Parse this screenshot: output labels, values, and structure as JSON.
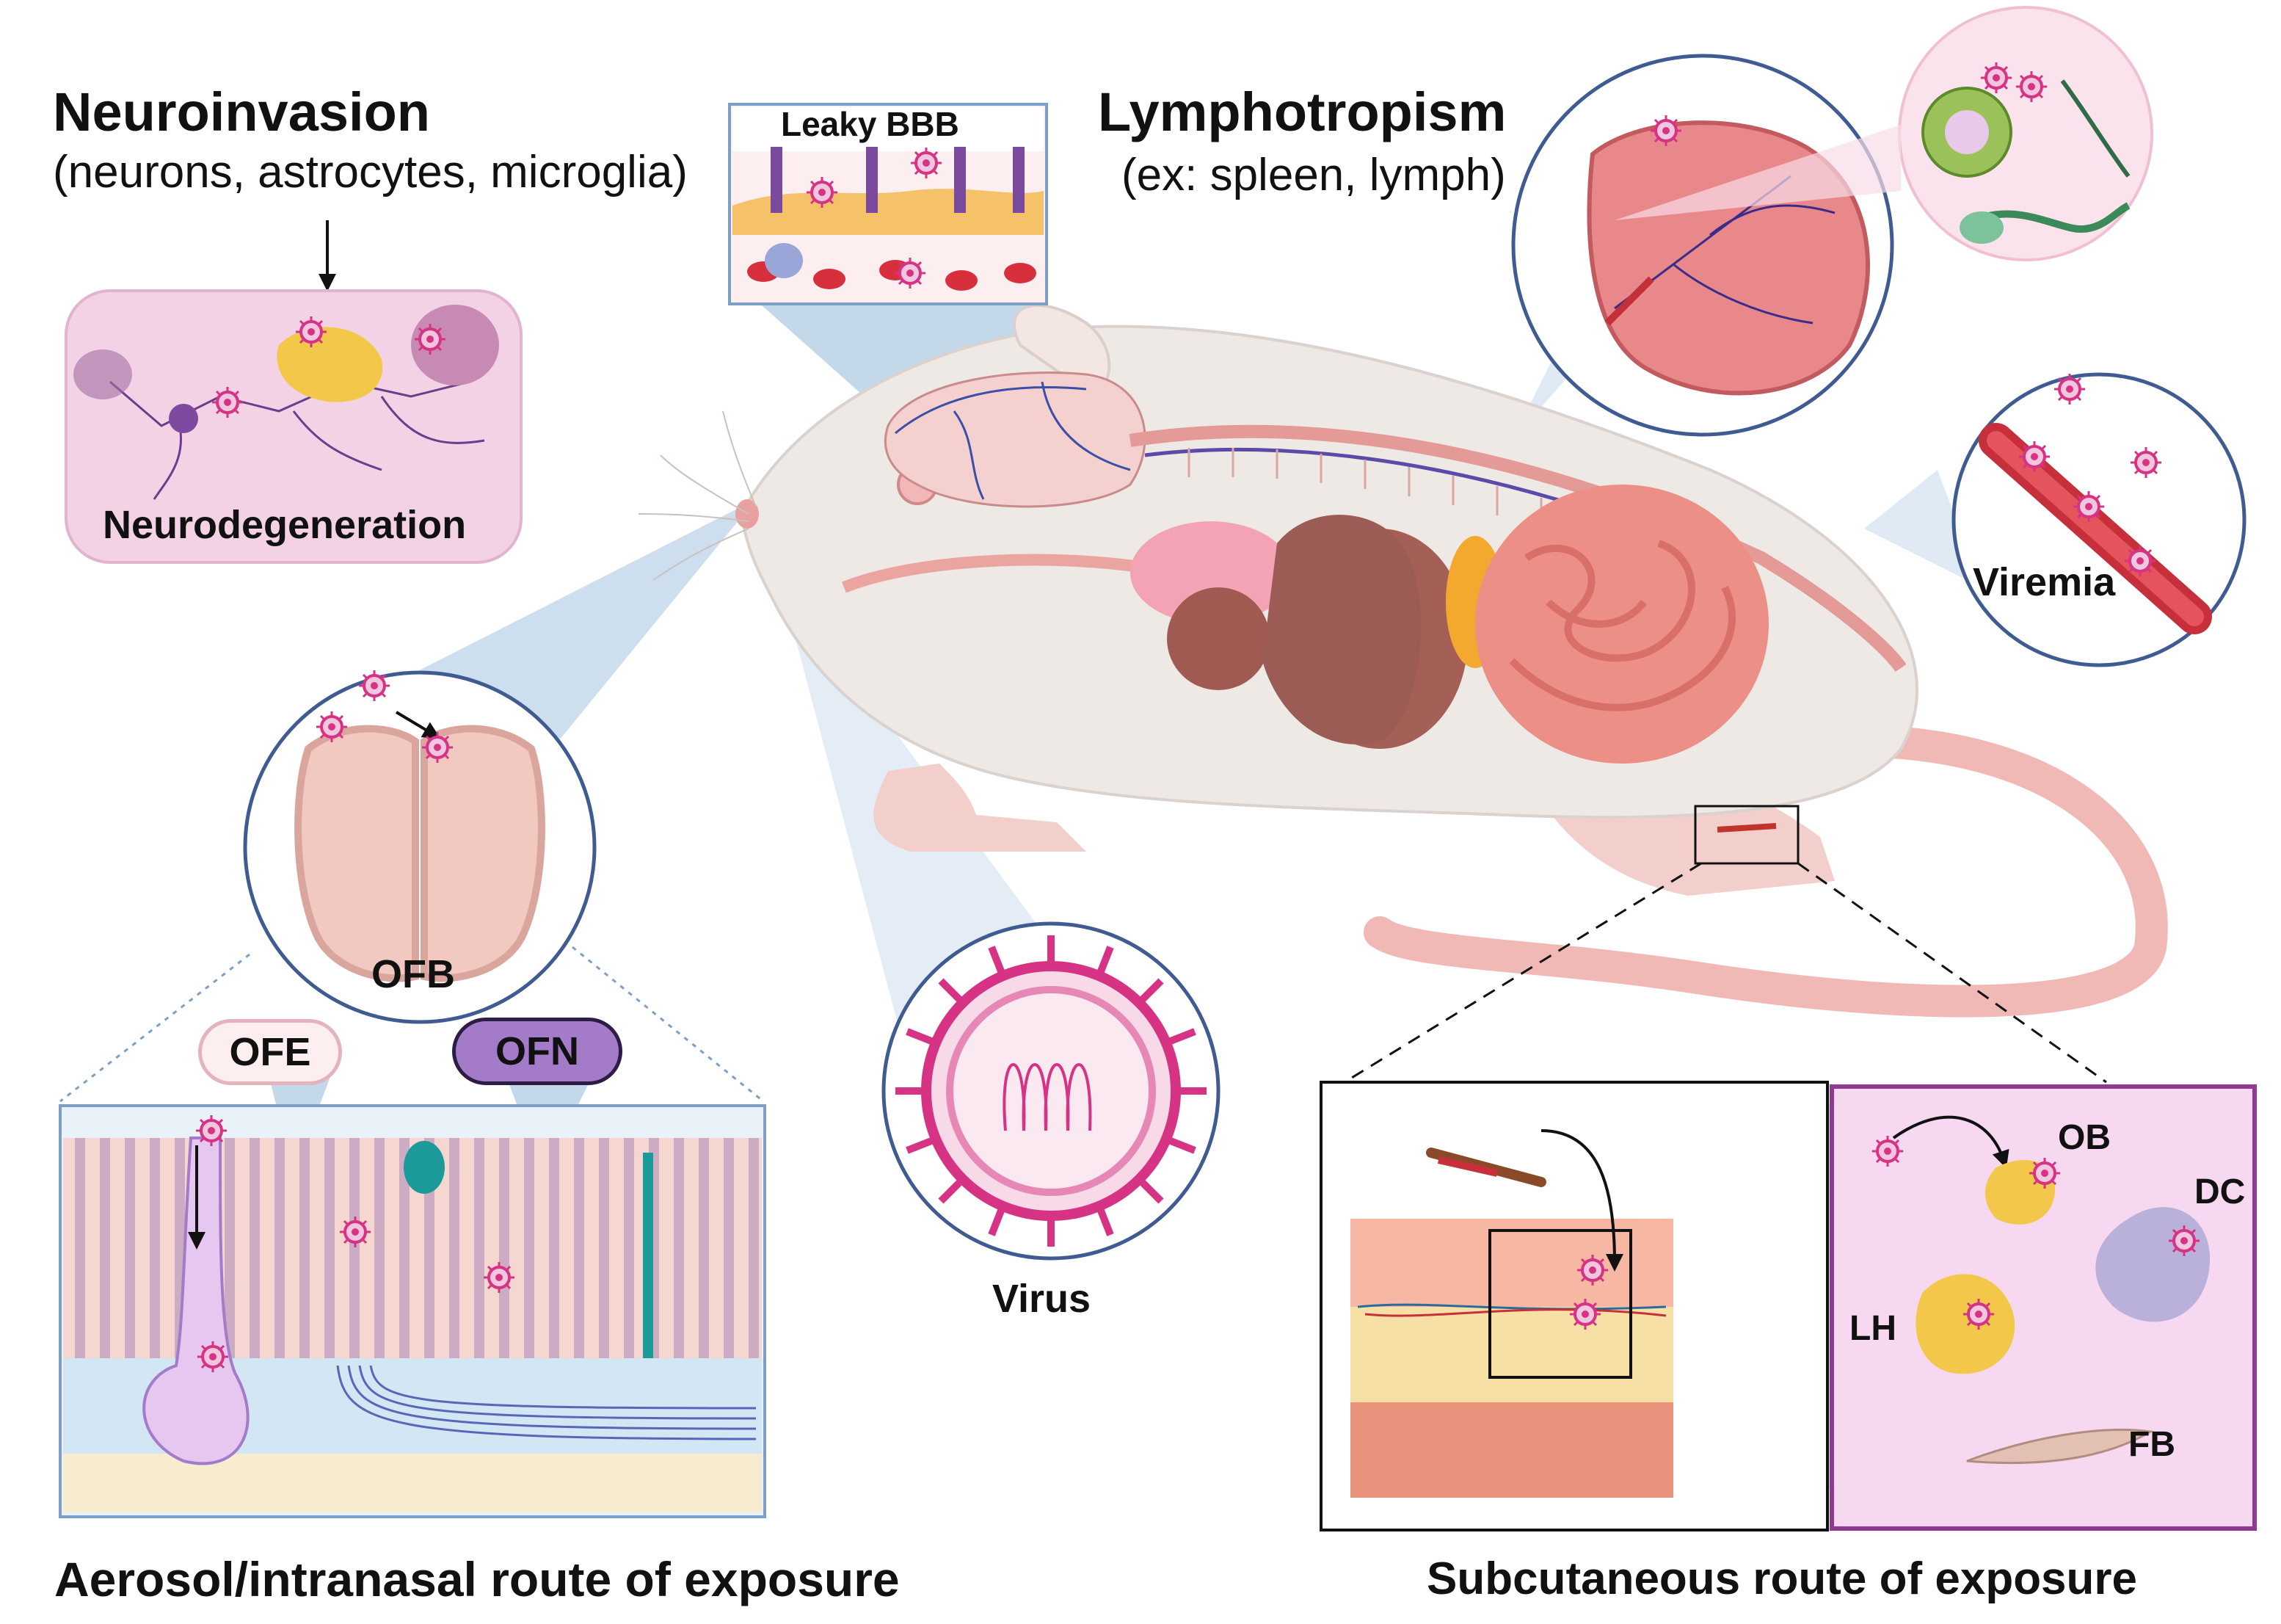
{
  "neuroinvasion": {
    "title": "Neuroinvasion",
    "subtitle": "(neurons, astrocytes, microglia)",
    "panel_label": "Neurodegeneration"
  },
  "bbb": {
    "label": "Leaky BBB"
  },
  "lymphotropism": {
    "title": "Lymphotropism",
    "subtitle": "(ex: spleen, lymph)"
  },
  "viremia": {
    "label": "Viremia"
  },
  "olfactory": {
    "bulb_label": "OFB",
    "epithelium_label": "OFE",
    "neuron_label": "OFN"
  },
  "virus": {
    "label": "Virus"
  },
  "skin_cells": {
    "ob": "OB",
    "dc": "DC",
    "lh": "LH",
    "fb": "FB"
  },
  "routes": {
    "aerosol": "Aerosol/intranasal route of exposure",
    "subcutaneous": "Subcutaneous route of exposure"
  },
  "colors": {
    "virus_magenta": "#d63384",
    "mouse_body": "#efe9e6",
    "tail_pink": "#f0b9b5",
    "organ_salmon": "#ec8f86",
    "skin_panel_pink": "#f6d9f0",
    "skin_panel_border": "#8e3a8e",
    "ofn_purple": "#a37bc8",
    "cone_blue": "#b9d2e6"
  }
}
